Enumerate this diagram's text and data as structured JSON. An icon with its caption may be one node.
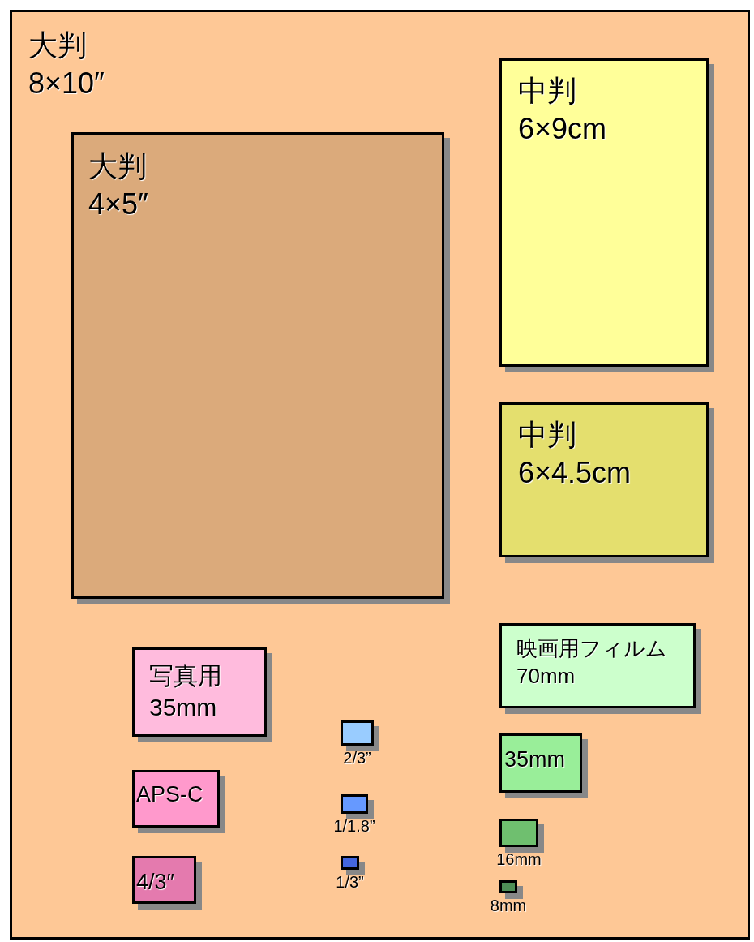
{
  "diagram": {
    "nodes": [
      {
        "text": [
          "大判",
          "8×10″"
        ]
      },
      {
        "text": [
          "大判",
          "4×5″"
        ],
        "in": 0
      },
      {
        "text": [
          "中判",
          "6×9cm"
        ],
        "in": 0
      },
      {
        "text": [
          "中判",
          "6×4.5cm"
        ],
        "in": 0
      },
      {
        "text": [
          "写真用",
          "35mm"
        ],
        "in": 0
      },
      {
        "text": [
          "APS-C"
        ],
        "in": 0
      },
      {
        "text": [
          "4/3″"
        ],
        "in": 0
      },
      {
        "text": [],
        "shape": "box",
        "beside": [
          "2/3”"
        ],
        "in": 0
      },
      {
        "text": [],
        "shape": "box",
        "beside": [
          "1/1.8”"
        ],
        "in": 0
      },
      {
        "text": [],
        "shape": "box",
        "beside": [
          "1/3”"
        ],
        "in": 0
      },
      {
        "text": [
          "映画用フィルム",
          "70mm"
        ],
        "in": 0
      },
      {
        "text": [
          "35mm"
        ],
        "in": 0
      },
      {
        "text": [],
        "shape": "box",
        "beside": [
          "16mm"
        ],
        "in": 0
      },
      {
        "text": [],
        "shape": "box",
        "beside": [
          "8mm"
        ],
        "in": 0
      }
    ]
  }
}
